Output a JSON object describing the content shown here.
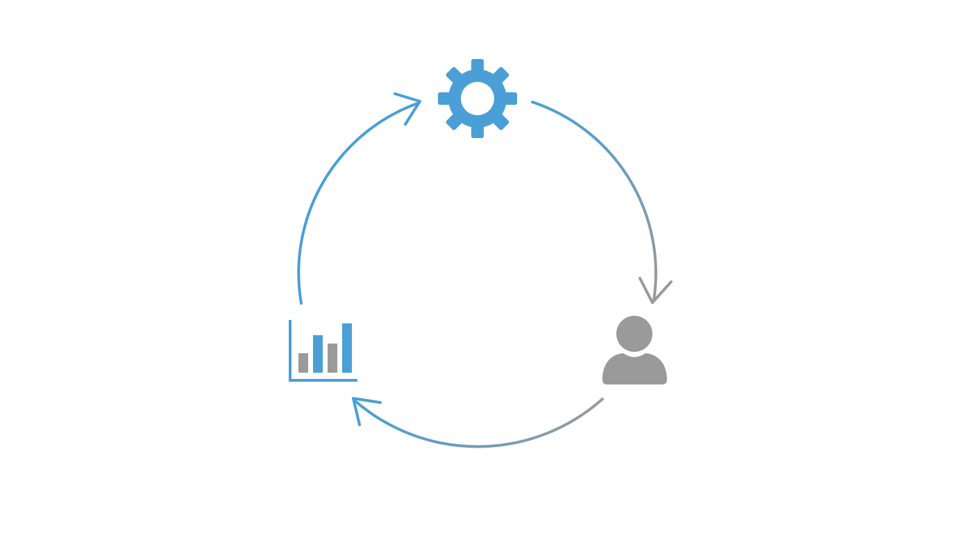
{
  "diagram": {
    "type": "cycle",
    "nodes": [
      {
        "id": "settings",
        "icon": "gear-icon",
        "color": "#4a9fd6"
      },
      {
        "id": "user",
        "icon": "user-icon",
        "color": "#9a9a9b"
      },
      {
        "id": "analytics",
        "icon": "bar-chart-icon",
        "colors": {
          "axis": "#4a9fd6",
          "bar_primary": "#4a9fd6",
          "bar_secondary": "#9a9a9b"
        }
      }
    ],
    "edges": [
      {
        "from": "analytics",
        "to": "settings",
        "color": "#4a9fd6"
      },
      {
        "from": "settings",
        "to": "user",
        "gradient": [
          "#4a9fd6",
          "#9a9a9b"
        ]
      },
      {
        "from": "user",
        "to": "analytics",
        "gradient": [
          "#9a9a9b",
          "#4a9fd6"
        ]
      }
    ]
  },
  "colors": {
    "blue": "#4a9fd6",
    "gray": "#9a9a9b",
    "background": "#ffffff"
  }
}
